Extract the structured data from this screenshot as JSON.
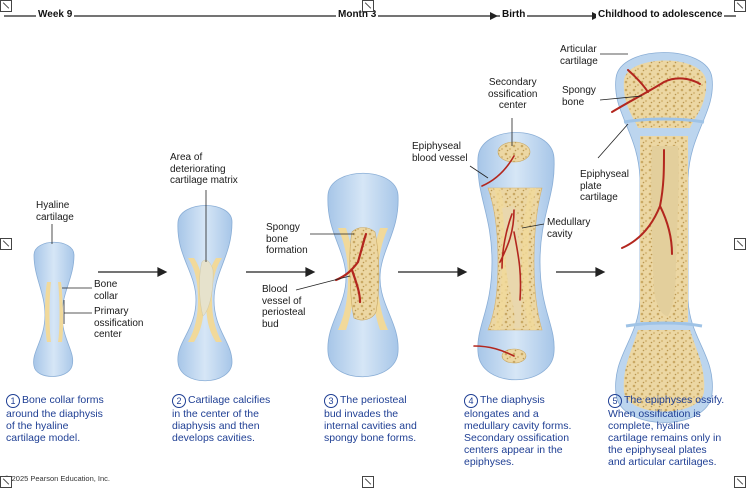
{
  "timeline": {
    "week9": "Week 9",
    "month3": "Month 3",
    "birth": "Birth",
    "childhood": "Childhood to adolescence"
  },
  "labels": {
    "hyaline_cartilage": "Hyaline\ncartilage",
    "bone_collar": "Bone\ncollar",
    "primary_ossification": "Primary\nossification\ncenter",
    "area_deteriorating": "Area of\ndeteriorating\ncartilage matrix",
    "spongy_bone_formation": "Spongy\nbone\nformation",
    "blood_vessel_periosteal": "Blood\nvessel of\nperiosteal\nbud",
    "secondary_ossification": "Secondary\nossification\ncenter",
    "epiphyseal_vessel": "Epiphyseal\nblood vessel",
    "medullary_cavity": "Medullary\ncavity",
    "articular_cartilage": "Articular\ncartilage",
    "spongy_bone": "Spongy\nbone",
    "epiphyseal_plate": "Epiphyseal\nplate\ncartilage"
  },
  "steps": [
    {
      "num": "1",
      "text": "Bone collar forms\naround the diaphysis\nof the hyaline\ncartilage model."
    },
    {
      "num": "2",
      "text": "Cartilage calcifies\nin the center of the\ndiaphysis and then\ndevelops cavities."
    },
    {
      "num": "3",
      "text": "The periosteal\nbud invades the\ninternal cavities and\nspongy bone forms."
    },
    {
      "num": "4",
      "text": "The diaphysis\nelongates and a\nmedullary cavity forms.\nSecondary ossification\ncenters appear in the\nepiphyses."
    },
    {
      "num": "5",
      "text": "The epiphyses ossify.\nWhen ossification is\ncomplete, hyaline\ncartilage remains only in\nthe epiphyseal plates\nand articular cartilages."
    }
  ],
  "copyright": "© 2025 Pearson Education, Inc.",
  "colors": {
    "cartilage": "#bcd5ee",
    "bone_collar": "#f1d99a",
    "spongy_bone": "#ead29c",
    "vessel": "#b3261e",
    "caption": "#1f3f94"
  }
}
